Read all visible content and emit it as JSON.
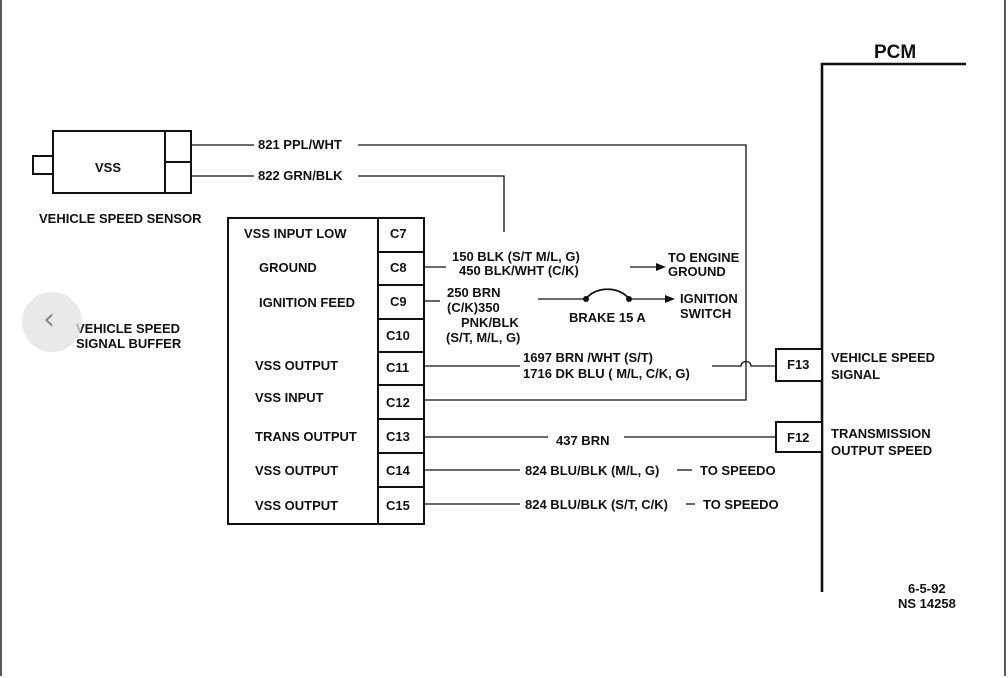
{
  "diagram": {
    "pcm_label": "PCM",
    "vss": {
      "label": "VSS",
      "caption": "VEHICLE SPEED SENSOR",
      "wire_top": "821 PPL/WHT",
      "wire_bottom": "822 GRN/BLK"
    },
    "buffer": {
      "caption_line1": "VEHICLE SPEED",
      "caption_line2": "SIGNAL BUFFER",
      "rows": [
        {
          "label": "VSS INPUT LOW",
          "pin": "C7"
        },
        {
          "label": "GROUND",
          "pin": "C8"
        },
        {
          "label": "IGNITION FEED",
          "pin": "C9"
        },
        {
          "label": "",
          "pin": "C10"
        },
        {
          "label": "VSS OUTPUT",
          "pin": "C11"
        },
        {
          "label": "VSS INPUT",
          "pin": "C12"
        },
        {
          "label": "TRANS OUTPUT",
          "pin": "C13"
        },
        {
          "label": "VSS OUTPUT",
          "pin": "C14"
        },
        {
          "label": "VSS OUTPUT",
          "pin": "C15"
        }
      ]
    },
    "c8_wires": {
      "line1": "150 BLK (S/T M/L, G)",
      "line2": "450 BLK/WHT (C/K)",
      "dest_line1": "TO ENGINE",
      "dest_line2": "GROUND"
    },
    "c9_wires": {
      "line1": "250 BRN",
      "line2": "(C/K)350",
      "line3": "PNK/BLK",
      "line4": "(S/T, M/L, G)",
      "fuse": "BRAKE 15 A",
      "dest_line1": "IGNITION",
      "dest_line2": "SWITCH"
    },
    "c11_wires": {
      "line1": "1697 BRN /WHT (S/T)",
      "line2": "1716 DK BLU ( M/L, C/K, G)"
    },
    "f13": {
      "pin": "F13",
      "label_line1": "VEHICLE SPEED",
      "label_line2": "SIGNAL"
    },
    "c13_wire": "437 BRN",
    "f12": {
      "pin": "F12",
      "label_line1": "TRANSMISSION",
      "label_line2": "OUTPUT SPEED"
    },
    "c14_wire": "824 BLU/BLK (M/L, G)",
    "c14_dest": "TO SPEEDO",
    "c15_wire": "824 BLU/BLK (S/T, C/K)",
    "c15_dest": "TO SPEEDO",
    "footer": {
      "date": "6-5-92",
      "code": "NS 14258"
    }
  },
  "nav": {
    "prev_icon": "chevron-left-icon"
  }
}
